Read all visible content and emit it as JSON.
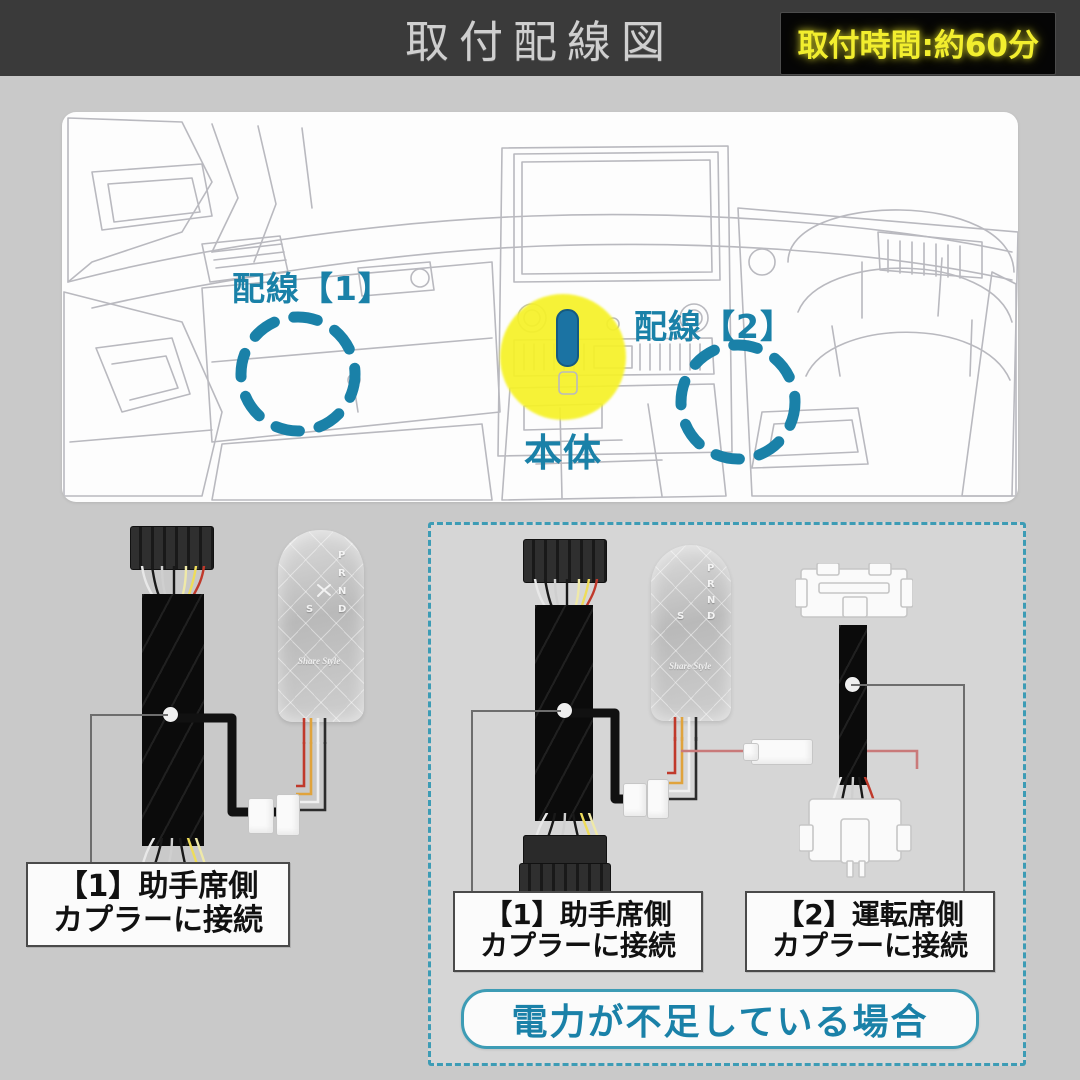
{
  "header": {
    "title": "取付配線図",
    "time_badge": "取付時間:約60分",
    "title_color": "#cfcfcf",
    "badge_text_color": "#f2ee2e",
    "bar_color": "#3a3a3a"
  },
  "dashboard": {
    "labels": {
      "wiring1": "配線【1】",
      "wiring2": "配線【2】",
      "main_unit": "本体"
    },
    "accent_color": "#1a81a8",
    "highlight_color": "#f6f227"
  },
  "device": {
    "gears_right": [
      "P",
      "R",
      "N",
      "D"
    ],
    "gear_left": "S",
    "brand": "Share Style"
  },
  "diagram_left": {
    "callout": {
      "line1": "【1】助手席側",
      "line2": "カプラーに接続"
    }
  },
  "diagram_right": {
    "callout_1": {
      "line1": "【1】助手席側",
      "line2": "カプラーに接続"
    },
    "callout_2": {
      "line1": "【2】運転席側",
      "line2": "カプラーに接続"
    },
    "pill_label": "電力が不足している場合",
    "border_color": "#3d9cb5"
  }
}
